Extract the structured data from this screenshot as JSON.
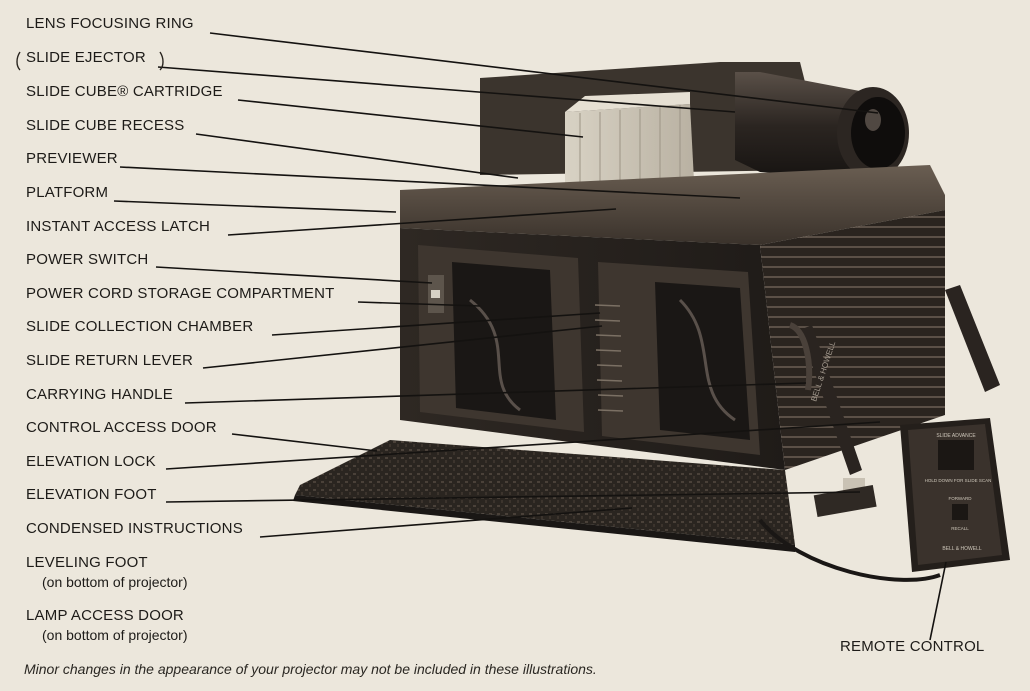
{
  "labels": [
    "LENS FOCUSING RING",
    "SLIDE EJECTOR",
    "SLIDE CUBE® CARTRIDGE",
    "SLIDE CUBE RECESS",
    "PREVIEWER",
    "PLATFORM",
    "INSTANT ACCESS LATCH",
    "POWER SWITCH",
    "POWER CORD STORAGE COMPARTMENT",
    "SLIDE COLLECTION CHAMBER",
    "SLIDE RETURN LEVER",
    "CARRYING HANDLE",
    "CONTROL ACCESS DOOR",
    "ELEVATION LOCK",
    "ELEVATION FOOT",
    "CONDENSED INSTRUCTIONS",
    "LEVELING FOOT",
    "LAMP ACCESS DOOR"
  ],
  "sublabels": {
    "leveling_foot": "(on bottom of projector)",
    "lamp_access_door": "(on bottom of projector)"
  },
  "remote_label": "REMOTE CONTROL",
  "remote_buttons": {
    "top": "SLIDE ADVANCE",
    "hold": "HOLD DOWN FOR SLIDE SCAN",
    "forward": "FORWARD",
    "recall": "RECALL",
    "brand": "BELL & HOWELL"
  },
  "projector_brand": "BELL & HOWELL",
  "footnote": "Minor changes in the appearance of your projector may not be included in these illustrations."
}
